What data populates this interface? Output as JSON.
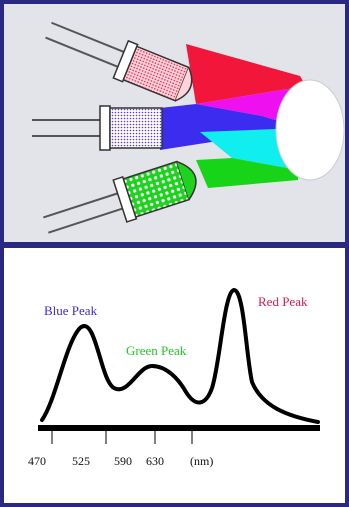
{
  "colors": {
    "frame": "#2a2880",
    "panel_bg": "#e3e3ea",
    "red": "#f2163a",
    "magenta": "#ee10ee",
    "blue": "#3c2cf0",
    "cyan": "#10eef0",
    "green": "#18d418",
    "blue_label": "#3a2ad8",
    "green_label": "#1acc1a",
    "red_label": "#e01848",
    "curve": "#000000"
  },
  "leds": [
    {
      "color": "red",
      "lens": "red-led-lens"
    },
    {
      "color": "blue",
      "lens": "blue-led-lens"
    },
    {
      "color": "green",
      "lens": "green-led-lens"
    }
  ],
  "spectrum": {
    "peak_labels": {
      "blue": "Blue Peak",
      "green": "Green Peak",
      "red": "Red Peak"
    },
    "tick_labels": [
      "470",
      "525",
      "590",
      "630",
      "(nm)"
    ]
  }
}
